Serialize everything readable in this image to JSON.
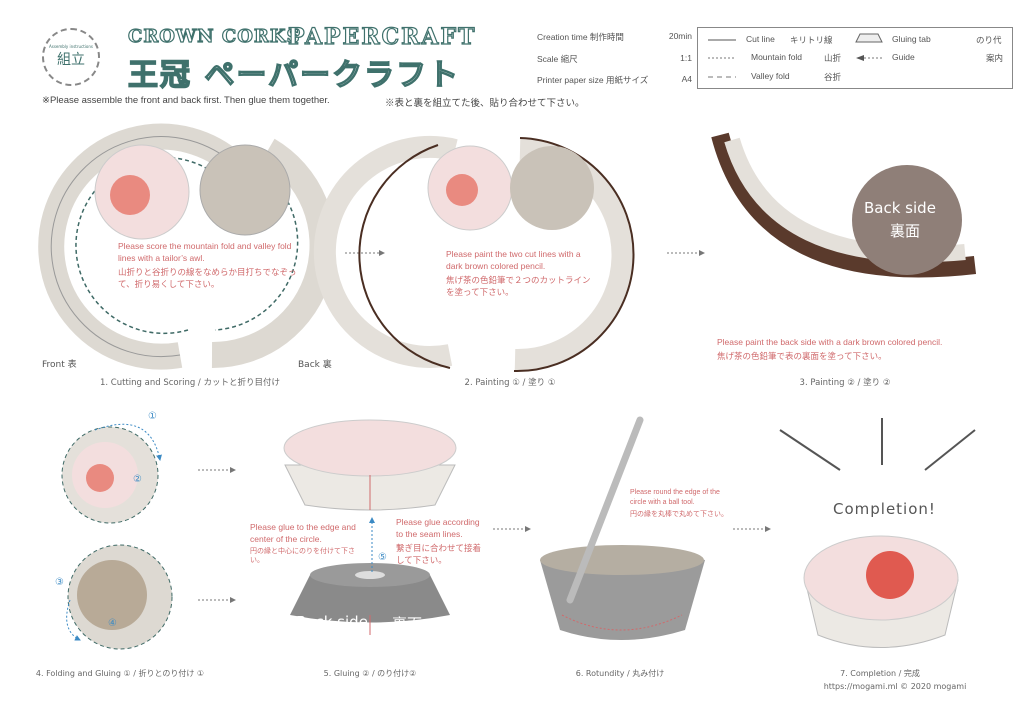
{
  "header": {
    "badge_small": "Assembly instructions",
    "badge_jp": "組立",
    "title_en_1": "CROWN CORKS",
    "title_en_2": "PAPERCRAFT",
    "title_jp": "王冠 ペーパークラフト",
    "note_en": "※Please assemble the front and back first. Then glue them together.",
    "note_jp": "※表と裏を組立てた後、貼り合わせて下さい。"
  },
  "meta": {
    "creation_label": "Creation time  制作時間",
    "creation_value": "20min",
    "scale_label": "Scale  縮尺",
    "scale_value": "1:1",
    "paper_label": "Printer paper size  用紙サイズ",
    "paper_value": "A4"
  },
  "legend": {
    "cut": "Cut line",
    "cut_jp": "キリトリ線",
    "mountain": "Mountain fold",
    "mountain_jp": "山折",
    "valley": "Valley fold",
    "valley_jp": "谷折",
    "gluing": "Gluing tab",
    "gluing_jp": "のり代",
    "guide": "Guide",
    "guide_jp": "案内"
  },
  "steps": [
    {
      "caption": "1. Cutting and Scoring / カットと折り目付け",
      "front": "Front  表",
      "back": "Back  裏",
      "note_en": "Please score the mountain fold and valley fold lines with a tailor’s awl.",
      "note_jp": "山折りと谷折りの線をなめらか目打ちでなぞって、折り易くして下さい。"
    },
    {
      "caption": "2. Painting ① / 塗り ①",
      "note_en": "Please paint the two cut lines with a dark brown colored pencil.",
      "note_jp": "焦げ茶の色鉛筆で２つのカットラインを塗って下さい。"
    },
    {
      "caption": "3. Painting ② / 塗り ②",
      "label_en": "Back side",
      "label_jp": "裏面",
      "note_en": "Please paint the back side with a dark brown colored pencil.",
      "note_jp": "焦げ茶の色鉛筆で表の裏面を塗って下さい。"
    },
    {
      "caption": "4. Folding and Gluing ① / 折りとのり付け ①",
      "marks": [
        "①",
        "②",
        "③",
        "④"
      ]
    },
    {
      "caption": "5. Gluing ② / のり付け②",
      "label_en": "Back side",
      "label_jp": "裏面",
      "mark": "⑤",
      "note1_en": "Please glue to the edge and center of the circle.",
      "note1_jp": "円の縁と中心にのりを付けて下さい。",
      "note2_en": "Please glue according to the seam lines.",
      "note2_jp": "繋ぎ目に合わせて接着して下さい。"
    },
    {
      "caption": "6. Rotundity / 丸み付け",
      "note_en": "Please round the edge of the circle with a ball tool.",
      "note_jp": "円の縁を丸棒で丸めて下さい。"
    },
    {
      "caption": "7. Completion / 完成",
      "label": "Completion!"
    }
  ],
  "footer": {
    "credit": "https://mogami.ml  © 2020 mogami"
  },
  "colors": {
    "title": "#3f716c",
    "note": "#d06a6c",
    "brown": "#5a3a2c"
  }
}
